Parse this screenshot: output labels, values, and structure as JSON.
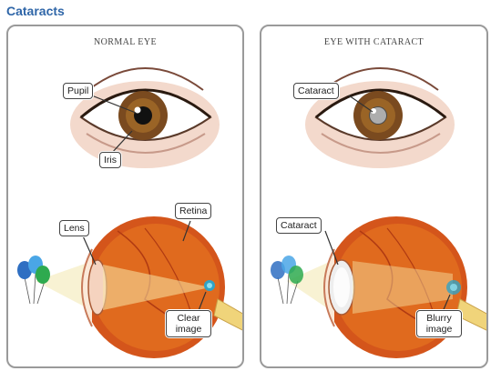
{
  "title": "Cataracts",
  "panels": {
    "normal": {
      "heading": "NORMAL EYE",
      "labels": {
        "pupil": "Pupil",
        "iris": "Iris",
        "lens": "Lens",
        "retina": "Retina",
        "image_line1": "Clear",
        "image_line2": "image"
      }
    },
    "cataract": {
      "heading": "EYE WITH CATARACT",
      "labels": {
        "front_cataract": "Cataract",
        "side_cataract": "Cataract",
        "image_line1": "Blurry",
        "image_line2": "image"
      }
    }
  },
  "colors": {
    "title": "#2f66a8",
    "iris": "#7a4a1f",
    "eyeball": "#e06a1e",
    "skin": "#f3d9cc"
  }
}
